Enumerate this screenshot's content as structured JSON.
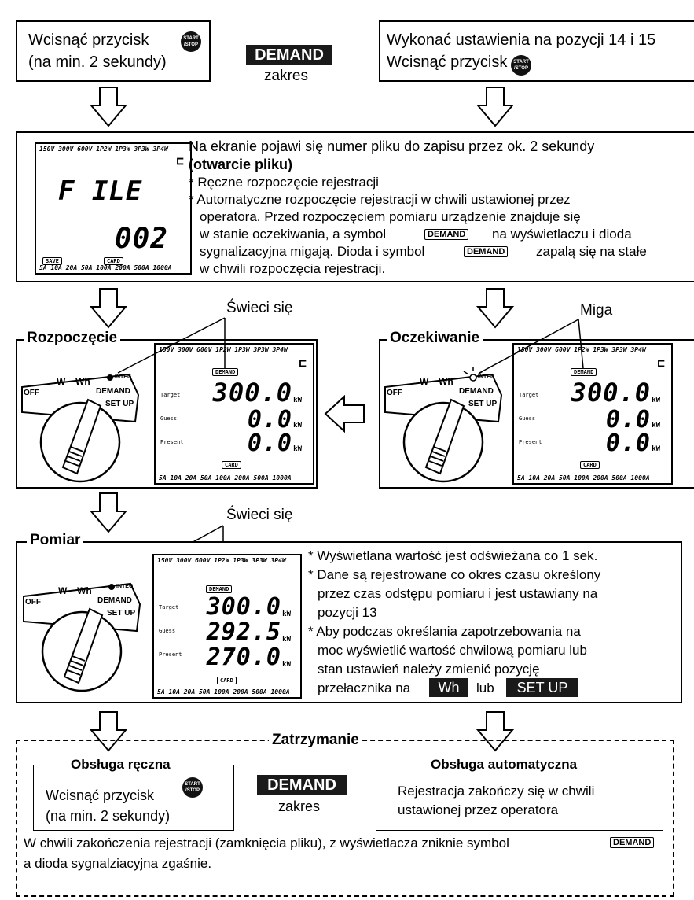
{
  "top_left": {
    "line1": "Wcisnąć przycisk",
    "line2": "(na min. 2 sekundy)"
  },
  "start_stop_icon": {
    "line1": "START",
    "line2": "/STOP"
  },
  "demand_tag": {
    "label": "DEMAND",
    "sub": "zakres"
  },
  "top_right": {
    "line1": "Wykonać ustawienia na pozycji 14 i 15",
    "line2": "Wcisnąć przycisk"
  },
  "file_box": {
    "heading": "Na ekranie pojawi się numer pliku do zapisu przez ok. 2 sekundy",
    "heading_bold": "(otwarcie pliku)",
    "item1": "* Ręczne rozpoczęcie rejestracji",
    "item2_l1": "* Automatyczne rozpoczęcie rejestracji w chwili ustawionej przez",
    "item2_l2": "operatora. Przed rozpoczęciem pomiaru urządzenie znajduje się",
    "item2_l3a": "w stanie oczekiwania, a symbol",
    "item2_l3b": "na wyświetlaczu i dioda",
    "item2_l4a": "sygnalizacyjna migają. Dioda i symbol",
    "item2_l4b": "zapalą się na stałe",
    "item2_l5": "w chwili rozpoczęcia rejestracji.",
    "lcd_file": "F ILE",
    "lcd_num": "002",
    "lcd_save": "SAVE",
    "lcd_card": "CARD"
  },
  "lcd_scale_top": "150V 300V 600V     1P2W 1P3W 3P3W 3P4W",
  "lcd_scale_bot": "5A  10A  20A  50A  100A  200A  500A 1000A",
  "swieci": "Świeci się",
  "miga": "Miga",
  "rozpoczecie": {
    "title": "Rozpoczęcie",
    "v1": "300.0",
    "v2": "0.0",
    "v3": "0.0",
    "unit": "kW",
    "side1": "Target",
    "side2": "Guess",
    "side3": "Present",
    "demand": "DEMAND",
    "card": "CARD"
  },
  "oczekiwanie": {
    "title": "Oczekiwanie",
    "v1": "300.0",
    "v2": "0.0",
    "v3": "0.0",
    "unit": "kW",
    "side1": "Target",
    "side2": "Guess",
    "side3": "Present",
    "demand": "DEMAND",
    "card": "CARD"
  },
  "dial": {
    "off": "OFF",
    "w": "W",
    "wh": "Wh",
    "demand": "DEMAND",
    "setup": "SET UP",
    "integ": "INTEG"
  },
  "pomiar": {
    "title": "Pomiar",
    "v1": "300.0",
    "v2": "292.5",
    "v3": "270.0",
    "unit": "kW",
    "side1": "Target",
    "side2": "Guess",
    "side3": "Present",
    "demand": "DEMAND",
    "card": "CARD",
    "n1": "* Wyświetlana wartość jest odświeżana co 1 sek.",
    "n2_l1": "* Dane są rejestrowane co okres czasu określony",
    "n2_l2": "przez czas odstępu pomiaru i jest ustawiany na",
    "n2_l3": "pozycji 13",
    "n3_l1": "* Aby podczas określania zapotrzebowania na",
    "n3_l2": "moc wyświetlić wartość chwilową pomiaru lub",
    "n3_l3": "stan ustawień należy zmienić pozycję",
    "n3_l4": "przełacznika na",
    "n3_wh": "Wh",
    "n3_lub": "lub",
    "n3_setup": "SET UP"
  },
  "zatrzymanie": {
    "title": "Zatrzymanie",
    "manual_title": "Obsługa ręczna",
    "manual_l1": "Wcisnąć przycisk",
    "manual_l2": "(na min. 2 sekundy)",
    "auto_title": "Obsługa automatyczna",
    "auto_l1": "Rejestracja zakończy się w chwili",
    "auto_l2": "ustawionej przez operatora",
    "end_l1a": "W chwili zakończenia rejestracji (zamknięcia pliku), z wyświetlacza zniknie symbol",
    "end_l2": "a dioda sygnalziacyjna zgaśnie.",
    "demand": "DEMAND"
  }
}
